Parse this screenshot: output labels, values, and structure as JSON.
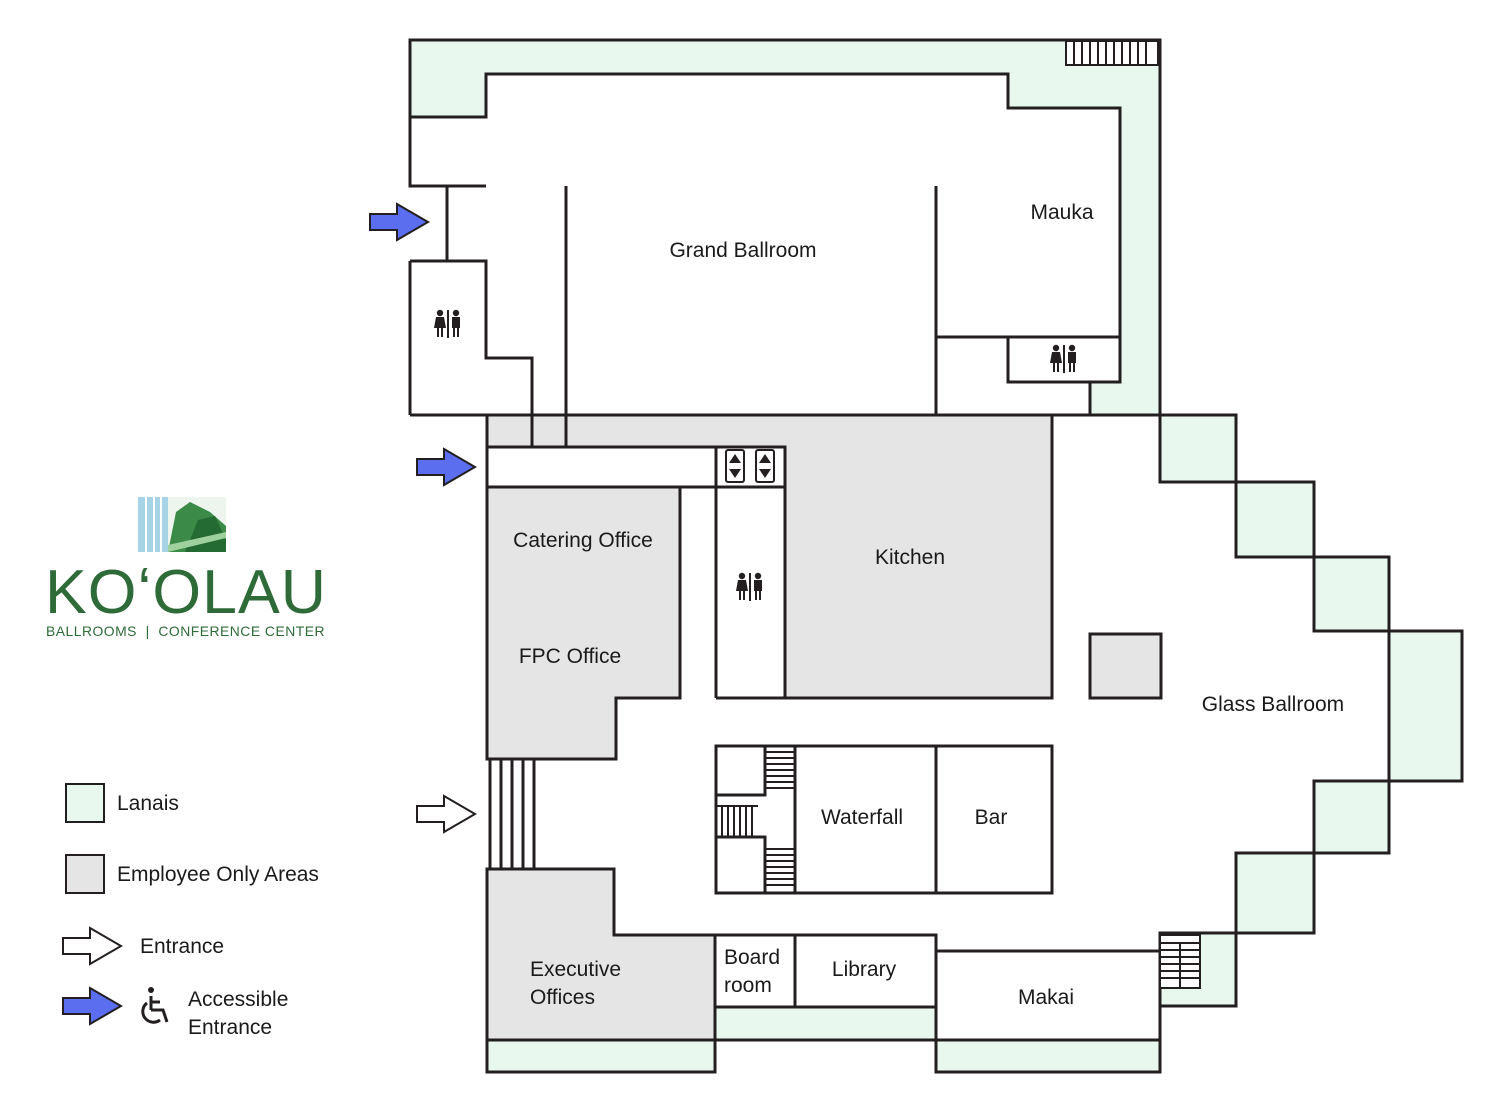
{
  "colors": {
    "lanai": "#e9f8ef",
    "employee_area": "#e5e5e5",
    "wall": "#231f20",
    "accessible_arrow": "#5b6ef0",
    "brand_green": "#2e6b38"
  },
  "brand": {
    "name": "KOʻOLAU",
    "subtitle": "BALLROOMS  |  CONFERENCE CENTER",
    "logo_icon": "mountain-waterfall-logo-icon"
  },
  "rooms": {
    "grand_ballroom": "Grand Ballroom",
    "mauka": "Mauka",
    "catering_office": "Catering Office",
    "fpc_office": "FPC Office",
    "kitchen": "Kitchen",
    "glass_ballroom": "Glass Ballroom",
    "waterfall": "Waterfall",
    "bar": "Bar",
    "executive_offices_line1": "Executive",
    "executive_offices_line2": "Offices",
    "board_room_line1": "Board",
    "board_room_line2": "room",
    "library": "Library",
    "makai": "Makai"
  },
  "icons": {
    "restroom": "restroom-icon",
    "elevator": "elevator-icon",
    "stairs": "stairs-icon",
    "entrance": "entrance-arrow-icon",
    "accessible_entrance": "accessible-entrance-arrow-icon",
    "wheelchair": "wheelchair-icon"
  },
  "legend": {
    "lanais": "Lanais",
    "employee_only": "Employee Only Areas",
    "entrance": "Entrance",
    "accessible_line1": "Accessible",
    "accessible_line2": "Entrance"
  }
}
